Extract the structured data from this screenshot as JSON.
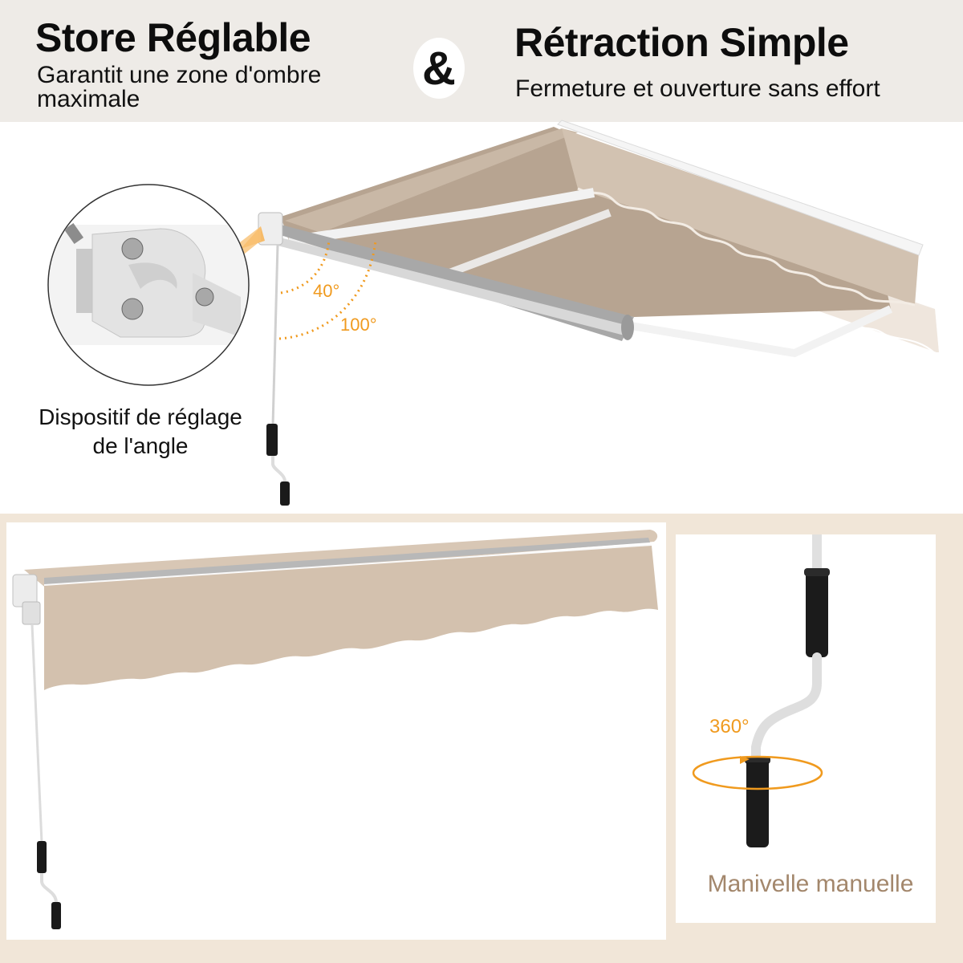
{
  "header": {
    "left": {
      "title": "Store Réglable",
      "subtitle_line1": "Garantit une zone d'ombre",
      "subtitle_line2": "maximale"
    },
    "separator": "&",
    "right": {
      "title": "Rétraction Simple",
      "subtitle": "Fermeture et ouverture sans effort"
    }
  },
  "top_section": {
    "detail_label_line1": "Dispositif de réglage",
    "detail_label_line2": "de l'angle",
    "angles": {
      "min": "40°",
      "max": "100°"
    }
  },
  "bottom_right": {
    "rotation": "360°",
    "label": "Manivelle manuelle"
  },
  "colors": {
    "header_bg": "#eeebe7",
    "frame_bg": "#f1e6d8",
    "fabric": "#cbb8a4",
    "accent_orange": "#f09a1e",
    "label_brown": "#a3876c"
  }
}
